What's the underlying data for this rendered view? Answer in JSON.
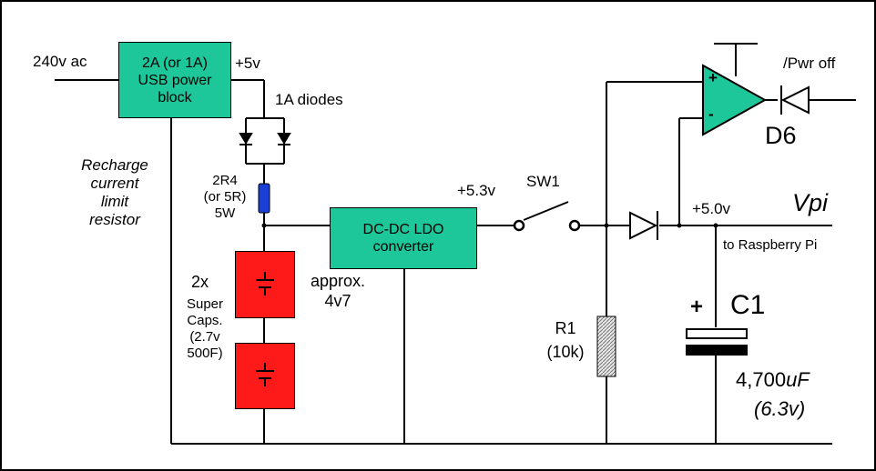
{
  "blocks": {
    "usb": "2A (or 1A)\nUSB power\nblock",
    "dcdc": "DC-DC LDO\nconverter"
  },
  "labels": {
    "ac_in": "240v ac",
    "plus5v": "+5v",
    "diodes": "1A diodes",
    "recharge": "Recharge\ncurrent\nlimit\nresistor",
    "resistor_value": "2R4\n(or 5R)\n5W",
    "supercap_count": "2x",
    "supercap_desc": "Super\nCaps.\n(2.7v\n500F)",
    "approx": "approx.\n4v7",
    "v53": "+5.3v",
    "sw1": "SW1",
    "r1": "R1\n(10k)",
    "pwr_off": "/Pwr off",
    "d6": "D6",
    "v50": "+5.0v",
    "vpi": "Vpi",
    "to_pi": "to Raspberry Pi",
    "c1": "C1",
    "c1_value": "4,700",
    "c1_unit": "uF",
    "c1_voltage": "(6.3v)",
    "plus": "+",
    "minus": "-"
  },
  "colors": {
    "block": "#1ec79a",
    "supercap": "#ff1a1a",
    "resistor_small": "#1a3fd6",
    "wire": "#000000"
  }
}
